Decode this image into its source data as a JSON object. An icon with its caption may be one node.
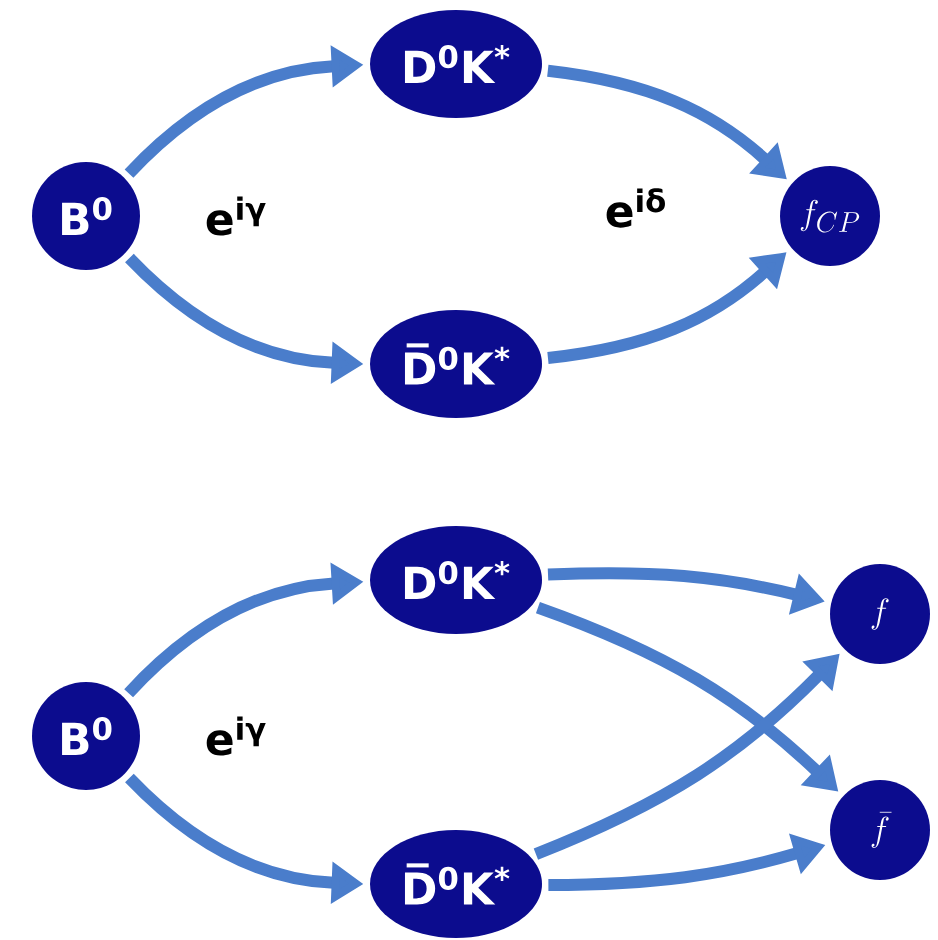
{
  "diagram": {
    "nodes": [
      {
        "text": [
          "B$^{0}$"
        ]
      },
      {
        "text": [
          "D$^{0}$K$^{*}$"
        ]
      },
      {
        "text": [
          "D̅$^{0}$K$^{*}$"
        ]
      },
      {
        "text": [
          "f_{CP}"
        ]
      },
      {
        "text": [
          "B$^{0}$"
        ]
      },
      {
        "text": [
          "D$^{0}$K$^{*}$"
        ]
      },
      {
        "text": [
          "D̅$^{0}$K$^{*}$"
        ]
      },
      {
        "text": [
          "f"
        ]
      },
      {
        "text": [
          "\\bar{f}"
        ]
      }
    ],
    "edges": [
      {
        "from": 0,
        "to": 1,
        "arrow": "to"
      },
      {
        "from": 0,
        "to": 2,
        "arrow": "to"
      },
      {
        "from": 1,
        "to": 3,
        "arrow": "to"
      },
      {
        "from": 2,
        "to": 3,
        "arrow": "to"
      },
      {
        "from": 4,
        "to": 5,
        "arrow": "to"
      },
      {
        "from": 4,
        "to": 6,
        "arrow": "to"
      },
      {
        "from": 5,
        "to": 7,
        "arrow": "to"
      },
      {
        "from": 5,
        "to": 8,
        "arrow": "to"
      },
      {
        "from": 6,
        "to": 7,
        "arrow": "to"
      },
      {
        "from": 6,
        "to": 8,
        "arrow": "to"
      }
    ],
    "labels": [
      "e$^{iγ}$",
      "e$^{iδ}$",
      "e$^{iγ}$"
    ]
  }
}
